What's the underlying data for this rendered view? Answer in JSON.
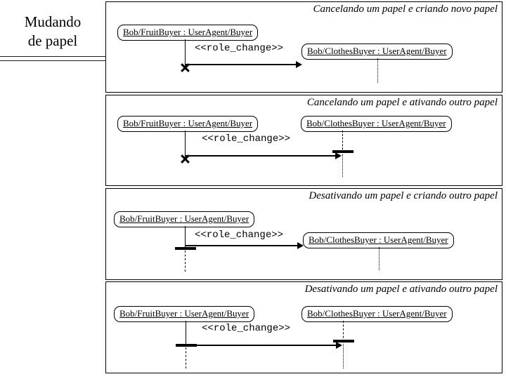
{
  "caption": {
    "line1": "Mudando",
    "line2": "de papel"
  },
  "objects": {
    "fruit_buyer": "Bob/FruitBuyer : UserAgent/Buyer",
    "clothes_buyer": "Bob/ClothesBuyer : UserAgent/Buyer"
  },
  "message_label": "<<role_change>>",
  "panels": [
    {
      "title": "Cancelando um papel e criando novo papel",
      "left_object": "Bob/FruitBuyer : UserAgent/Buyer",
      "right_object": "Bob/ClothesBuyer : UserAgent/Buyer",
      "message": "<<role_change>>",
      "left_lifeline": "solid-destroyed",
      "right_lifeline": "created-dotted",
      "left_marker": "destruction-x",
      "right_marker": "none"
    },
    {
      "title": "Cancelando um papel e ativando outro papel",
      "left_object": "Bob/FruitBuyer : UserAgent/Buyer",
      "right_object": "Bob/ClothesBuyer : UserAgent/Buyer",
      "message": "<<role_change>>",
      "left_lifeline": "solid-destroyed",
      "right_lifeline": "dashed-then-dotted",
      "left_marker": "destruction-x",
      "right_marker": "activation-bar"
    },
    {
      "title": "Desativando um papel e criando outro papel",
      "left_object": "Bob/FruitBuyer : UserAgent/Buyer",
      "right_object": "Bob/ClothesBuyer : UserAgent/Buyer",
      "message": "<<role_change>>",
      "left_lifeline": "solid-then-dashed",
      "right_lifeline": "created-dotted",
      "left_marker": "deactivation-bar",
      "right_marker": "none"
    },
    {
      "title": "Desativando um papel e ativando outro papel",
      "left_object": "Bob/FruitBuyer : UserAgent/Buyer",
      "right_object": "Bob/ClothesBuyer : UserAgent/Buyer",
      "message": "<<role_change>>",
      "left_lifeline": "solid-then-dashed",
      "right_lifeline": "dashed-then-dotted",
      "left_marker": "deactivation-bar",
      "right_marker": "activation-bar"
    }
  ],
  "colors": {
    "stroke": "#000000",
    "background": "#ffffff",
    "rule": "#1a1a2e"
  }
}
